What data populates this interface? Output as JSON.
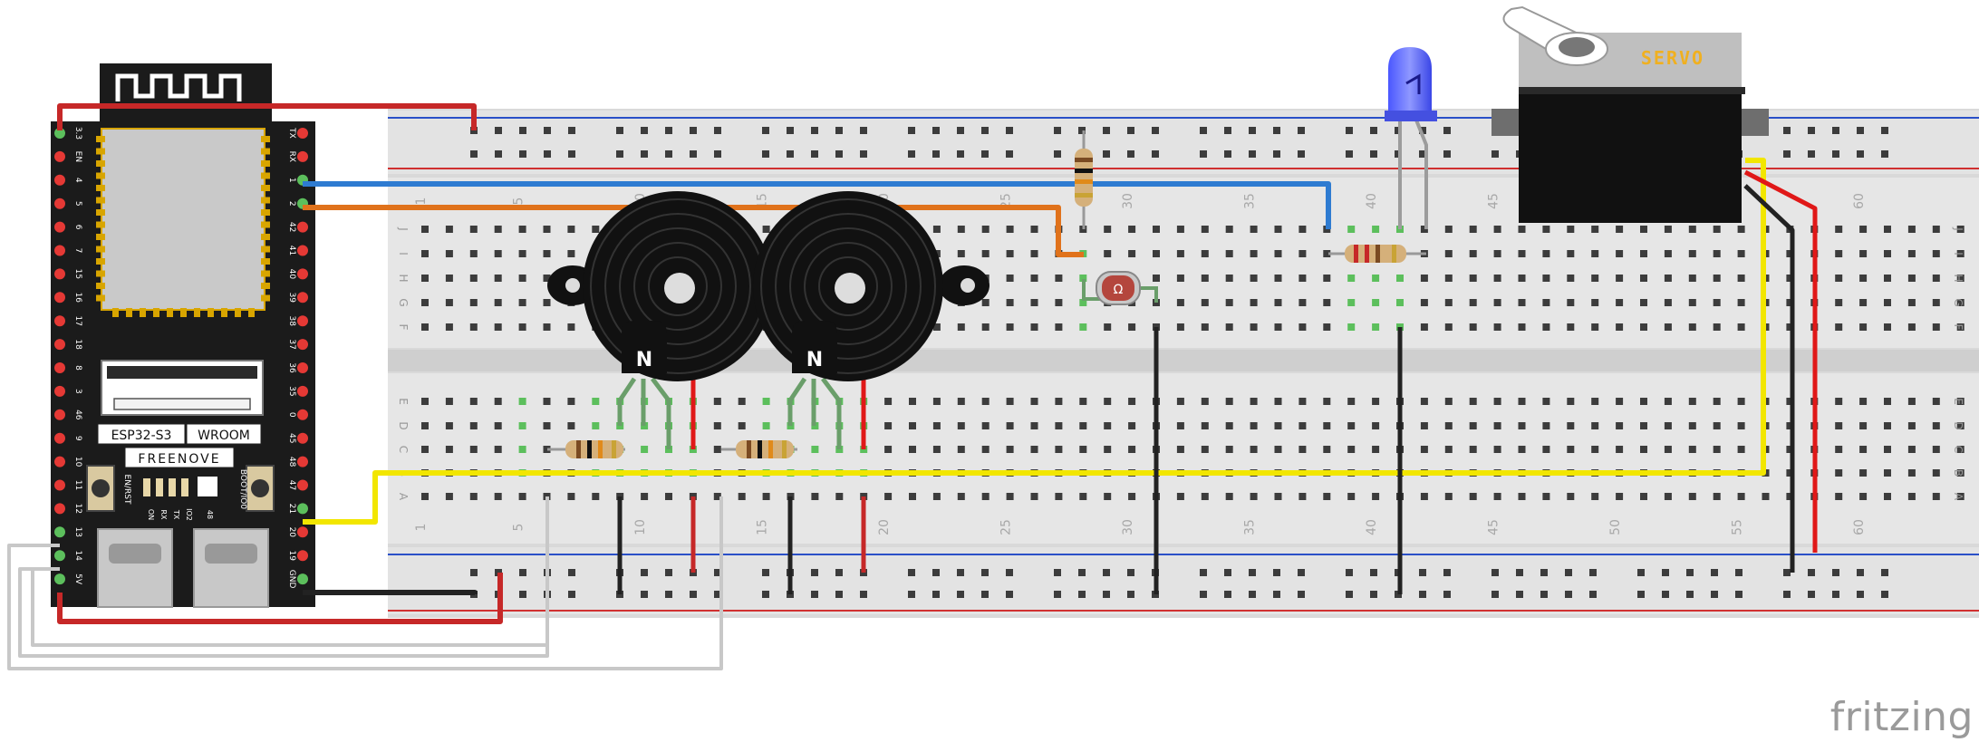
{
  "board": {
    "chip_label": "ESP32-S3",
    "module_label": "WROOM",
    "brand": "FREENOVE",
    "button_left": "EN/RST",
    "button_right": "BOOT/IO0",
    "led_labels": [
      "ON",
      "RX",
      "TX",
      "IO2"
    ],
    "led_number": "48",
    "pins_left": [
      "3.3",
      "EN",
      "4",
      "5",
      "6",
      "7",
      "15",
      "16",
      "17",
      "18",
      "8",
      "3",
      "46",
      "9",
      "10",
      "11",
      "12",
      "13",
      "14",
      "5V"
    ],
    "pins_right": [
      "TX",
      "RX",
      "1",
      "2",
      "42",
      "41",
      "40",
      "39",
      "38",
      "37",
      "36",
      "35",
      "0",
      "45",
      "48",
      "47",
      "21",
      "20",
      "19",
      "GND"
    ]
  },
  "breadboard": {
    "row_labels": [
      "J",
      "I",
      "H",
      "G",
      "F",
      "E",
      "D",
      "C",
      "B",
      "A"
    ],
    "column_numbers": [
      "1",
      "5",
      "10",
      "15",
      "20",
      "25",
      "30",
      "35",
      "40",
      "45",
      "50",
      "55",
      "60"
    ]
  },
  "servo": {
    "label": "SERVO"
  },
  "ldr": {
    "label": "Ω"
  },
  "wire_colors": {
    "red": "#c62828",
    "blue": "#2e7bd1",
    "orange": "#e0721b",
    "yellow": "#f2e600",
    "black": "#222222",
    "gray": "#c8c8c8"
  },
  "watermark": "fritzing"
}
